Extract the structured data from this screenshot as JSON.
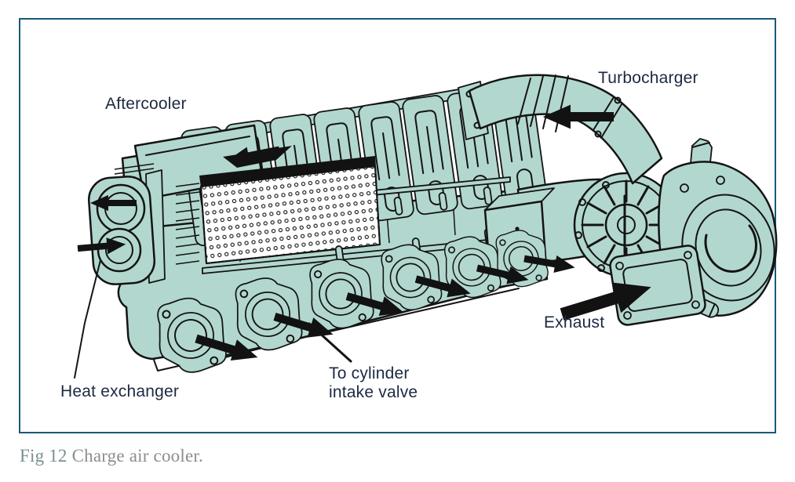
{
  "figure": {
    "labels": {
      "aftercooler": "Aftercooler",
      "turbocharger": "Turbocharger",
      "exhaust": "Exhaust",
      "heat_exchanger": "Heat exchanger",
      "cylinder_intake": "To cylinder intake valve"
    },
    "caption": {
      "fig_label": "Fig 12",
      "title": "Charge air cooler."
    },
    "colors": {
      "machine_fill": "#b2d7ce",
      "outline": "#141414",
      "frame_border": "#17597a",
      "label_text": "#1d2942",
      "caption_fig": "#78908f",
      "caption_text": "#8b8d8f",
      "background": "#ffffff"
    },
    "icons": {
      "flow_arrow": "solid black directional arrow indicating air flow"
    }
  }
}
